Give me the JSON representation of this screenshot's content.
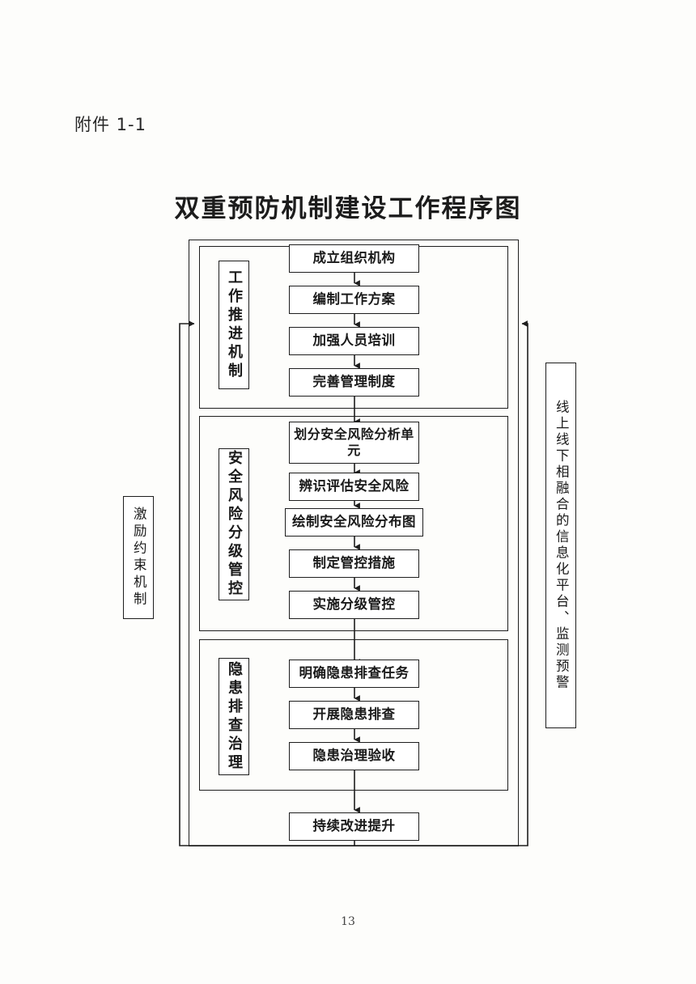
{
  "document": {
    "attachment_label": "附件 1-1",
    "title": "双重预防机制建设工作程序图",
    "page_number": "13"
  },
  "colors": {
    "line": "#1e1e1e",
    "text": "#1a1a1a",
    "page_background": "#fdfdfb",
    "node_fill": "#ffffff"
  },
  "diagram": {
    "type": "flowchart",
    "orientation": "top-to-bottom",
    "side_labels": {
      "left": "激励约束机制",
      "right": "线上线下相融合的信息化平台、监测预警"
    },
    "sections": [
      {
        "id": "section-1",
        "label": "工作推进机制",
        "steps": [
          {
            "id": "step-1-1",
            "text": "成立组织机构"
          },
          {
            "id": "step-1-2",
            "text": "编制工作方案"
          },
          {
            "id": "step-1-3",
            "text": "加强人员培训"
          },
          {
            "id": "step-1-4",
            "text": "完善管理制度"
          }
        ]
      },
      {
        "id": "section-2",
        "label": "安全风险分级管控",
        "steps": [
          {
            "id": "step-2-1",
            "text": "划分安全风险分析单元"
          },
          {
            "id": "step-2-2",
            "text": "辨识评估安全风险"
          },
          {
            "id": "step-2-3",
            "text": "绘制安全风险分布图"
          },
          {
            "id": "step-2-4",
            "text": "制定管控措施"
          },
          {
            "id": "step-2-5",
            "text": "实施分级管控"
          }
        ]
      },
      {
        "id": "section-3",
        "label": "隐患排查治理",
        "steps": [
          {
            "id": "step-3-1",
            "text": "明确隐患排查任务"
          },
          {
            "id": "step-3-2",
            "text": "开展隐患排查"
          },
          {
            "id": "step-3-3",
            "text": "隐患治理验收"
          }
        ]
      }
    ],
    "final_step": {
      "id": "step-final",
      "text": "持续改进提升"
    },
    "feedback_loops": [
      {
        "id": "feedback-left",
        "direction": "bottom-to-top-left",
        "arrow": "right"
      },
      {
        "id": "feedback-right",
        "direction": "bottom-to-top-right",
        "arrow": "left"
      }
    ]
  }
}
